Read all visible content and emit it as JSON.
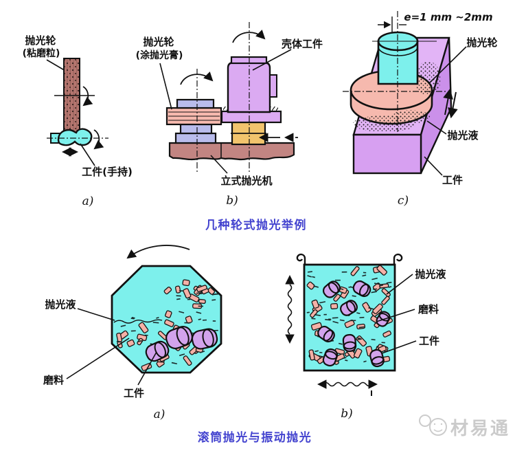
{
  "top_row": {
    "caption": "几种轮式抛光举例",
    "diagram_a": {
      "label_wheel_line1": "抛光轮",
      "label_wheel_line2": "(粘磨粒)",
      "label_workpiece": "工件(手持)",
      "sublabel": "a)"
    },
    "diagram_b": {
      "label_wheel_line1": "抛光轮",
      "label_wheel_line2": "(涂抛光膏)",
      "label_shell_workpiece": "壳体工件",
      "label_machine": "立式抛光机",
      "sublabel": "b)"
    },
    "diagram_c": {
      "dimension": "e=1 mm ~2mm",
      "label_wheel": "抛光轮",
      "label_liquid": "抛光液",
      "label_workpiece": "工件",
      "sublabel": "c)"
    }
  },
  "bottom_row": {
    "caption": "滚筒抛光与振动抛光",
    "diagram_a": {
      "label_liquid": "抛光液",
      "label_abrasive": "磨料",
      "label_workpiece": "工件",
      "sublabel": "a)"
    },
    "diagram_b": {
      "label_liquid": "抛光液",
      "label_abrasive": "磨料",
      "label_workpiece": "工件",
      "sublabel": "b)"
    }
  },
  "watermark": {
    "text": "材易通"
  },
  "colors": {
    "caption_blue": "#4343cf",
    "liquid_cyan": "#7df0ec",
    "particle_pink": "#f5b0a6",
    "workpiece_purple": "#d2a3ec",
    "buff_wheel_pink": "#f6b9ae",
    "spindle_blue": "#b9bcec",
    "shell_purple": "#dbaaf2",
    "fixture_orange": "#f2c46d",
    "base_brown": "#c28582",
    "bar_red": "#b5766f",
    "block_purple": "#d7a0f1",
    "watermark_gray": "#cbcbcb"
  }
}
